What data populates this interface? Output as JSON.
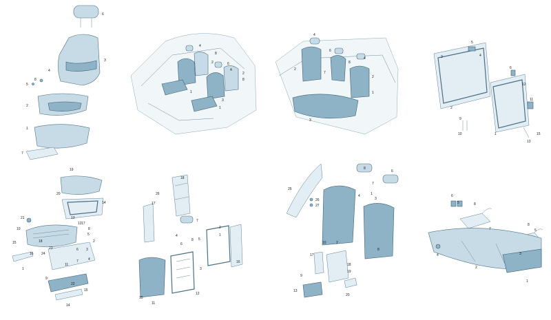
{
  "panels": [
    {
      "labels": [
        "6",
        "4",
        "3",
        "8",
        "5",
        "2",
        "1",
        "7"
      ]
    },
    {
      "labels": [
        "4",
        "8",
        "2",
        "6",
        "4",
        "2",
        "8",
        "3",
        "1",
        "1"
      ]
    },
    {
      "labels": [
        "4",
        "6",
        "4",
        "2",
        "8",
        "7",
        "2",
        "1",
        "3"
      ]
    },
    {
      "labels": [
        "5",
        "4",
        "3",
        "2",
        "6",
        "1",
        "12",
        "11",
        "9",
        "10",
        "13",
        "15"
      ]
    },
    {
      "labels": [
        "19",
        "20",
        "14",
        "21",
        "10",
        "13",
        "12",
        "17",
        "8",
        "15",
        "18",
        "24",
        "5",
        "23",
        "6",
        "3",
        "2",
        "16",
        "4",
        "1",
        "7",
        "11",
        "9",
        "22",
        "15",
        "14"
      ]
    },
    {
      "labels": [
        "18",
        "26",
        "17",
        "7",
        "4",
        "6",
        "2",
        "1",
        "8",
        "5",
        "16",
        "3",
        "12",
        "11",
        "15"
      ]
    },
    {
      "labels": [
        "25",
        "8",
        "6",
        "26",
        "27",
        "7",
        "3",
        "1",
        "4",
        "2",
        "8",
        "10",
        "17",
        "18",
        "19",
        "9",
        "13",
        "20"
      ]
    },
    {
      "labels": [
        "6",
        "5",
        "8",
        "8",
        "5",
        "7",
        "3",
        "4",
        "2",
        "1"
      ]
    }
  ]
}
